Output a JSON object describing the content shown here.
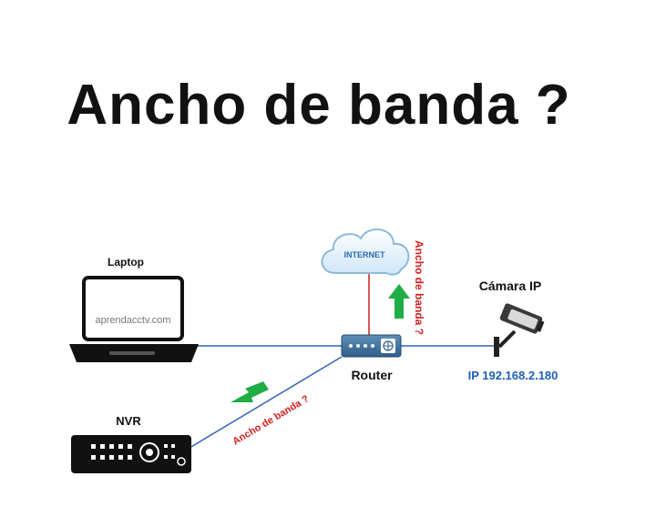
{
  "title": "Ancho de banda ?",
  "nodes": {
    "laptop": {
      "label": "Laptop",
      "screen_text": "aprendacctv.com"
    },
    "internet": {
      "label": "INTERNET"
    },
    "router": {
      "label": "Router"
    },
    "camera": {
      "label": "Cámara IP",
      "ip": "IP 192.168.2.180"
    },
    "nvr": {
      "label": "NVR"
    }
  },
  "annotations": {
    "bandwidth_up": "Ancho de banda ?",
    "bandwidth_down": "Ancho de banda ?"
  },
  "colors": {
    "link_blue": "#2e64b8",
    "internet_link": "#d11f1f",
    "annotation_red": "#d11f1f",
    "arrow_green": "#1fad45",
    "ip_blue": "#1d5fb5",
    "cloud_text": "#2b6cb0"
  }
}
